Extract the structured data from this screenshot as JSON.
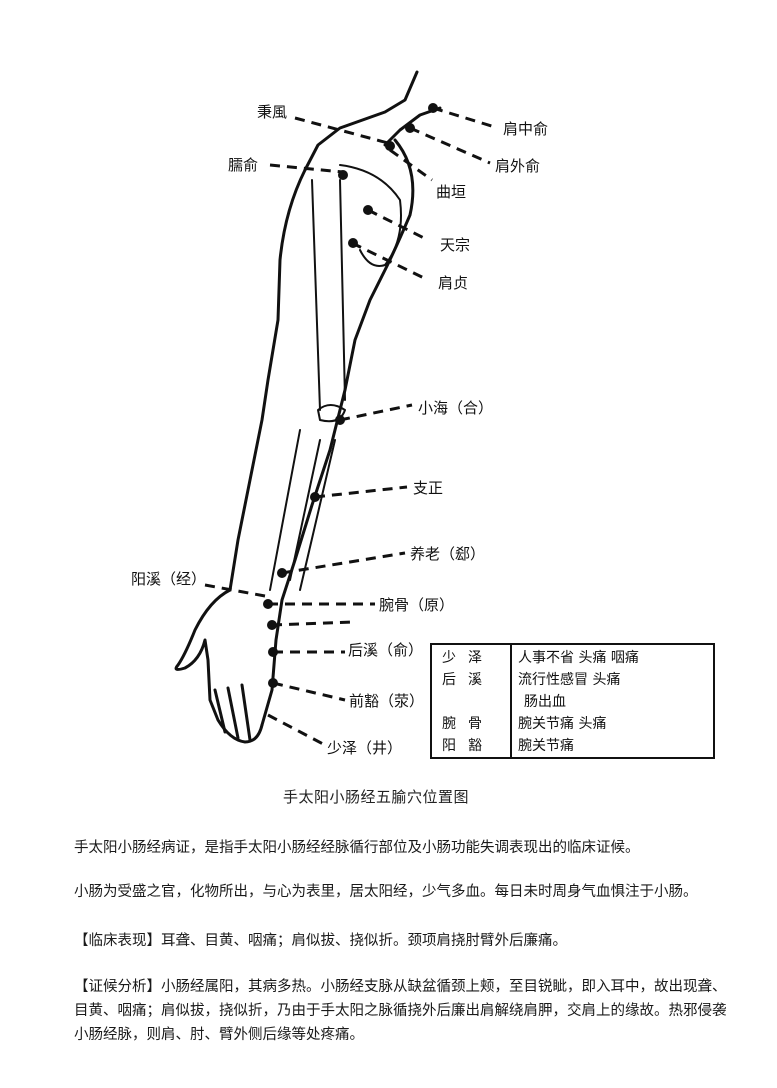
{
  "figure": {
    "acupoints": {
      "bingfeng": "秉風",
      "naoshu": "臑俞",
      "jianzhongshu": "肩中俞",
      "jianwaishu": "肩外俞",
      "quyuan": "曲垣",
      "tianzong": "天宗",
      "jianzhen": "肩贞",
      "xiaohai": "小海（合）",
      "zhizheng": "支正",
      "yanglao": "养老（郄）",
      "yangxi": "阳溪（经）",
      "wangu": "腕骨（原）",
      "houxi": "后溪（俞）",
      "qiangu": "前豁（荥）",
      "shaoze": "少泽（井）"
    },
    "caption": "手太阳小肠经五腧穴位置图"
  },
  "table": {
    "rows": [
      {
        "point": "少泽",
        "symptoms": "人事不省 头痛 咽痛"
      },
      {
        "point": "后溪",
        "symptoms": "流行性感冒 头痛"
      },
      {
        "point": "",
        "symptoms": "肠出血"
      },
      {
        "point": "腕骨",
        "symptoms": "腕关节痛 头痛"
      },
      {
        "point": "阳豁",
        "symptoms": "腕关节痛"
      }
    ]
  },
  "text": {
    "p1": "手太阳小肠经病证，是指手太阳小肠经经脉循行部位及小肠功能失调表现出的临床证候。",
    "p2": "小肠为受盛之官，化物所出，与心为表里，居太阳经，少气多血。每日未时周身气血惧注于小肠。",
    "p3_lead": "【临床表现】",
    "p3_body": "耳聋、目黄、咽痛；肩似拔、挠似折。颈项肩挠肘臂外后廉痛。",
    "p4_lead": "【证候分析】",
    "p4_body": "小肠经属阳，其病多热。小肠经支脉从缺盆循颈上颊，至目锐眦，即入耳中，故出现聋、目黄、咽痛；肩似拔，挠似折，乃由于手太阳之脉循挠外后廉出肩解绕肩胛，交肩上的缘故。热邪侵袭小肠经脉，则肩、肘、臂外侧后缘等处疼痛。"
  }
}
